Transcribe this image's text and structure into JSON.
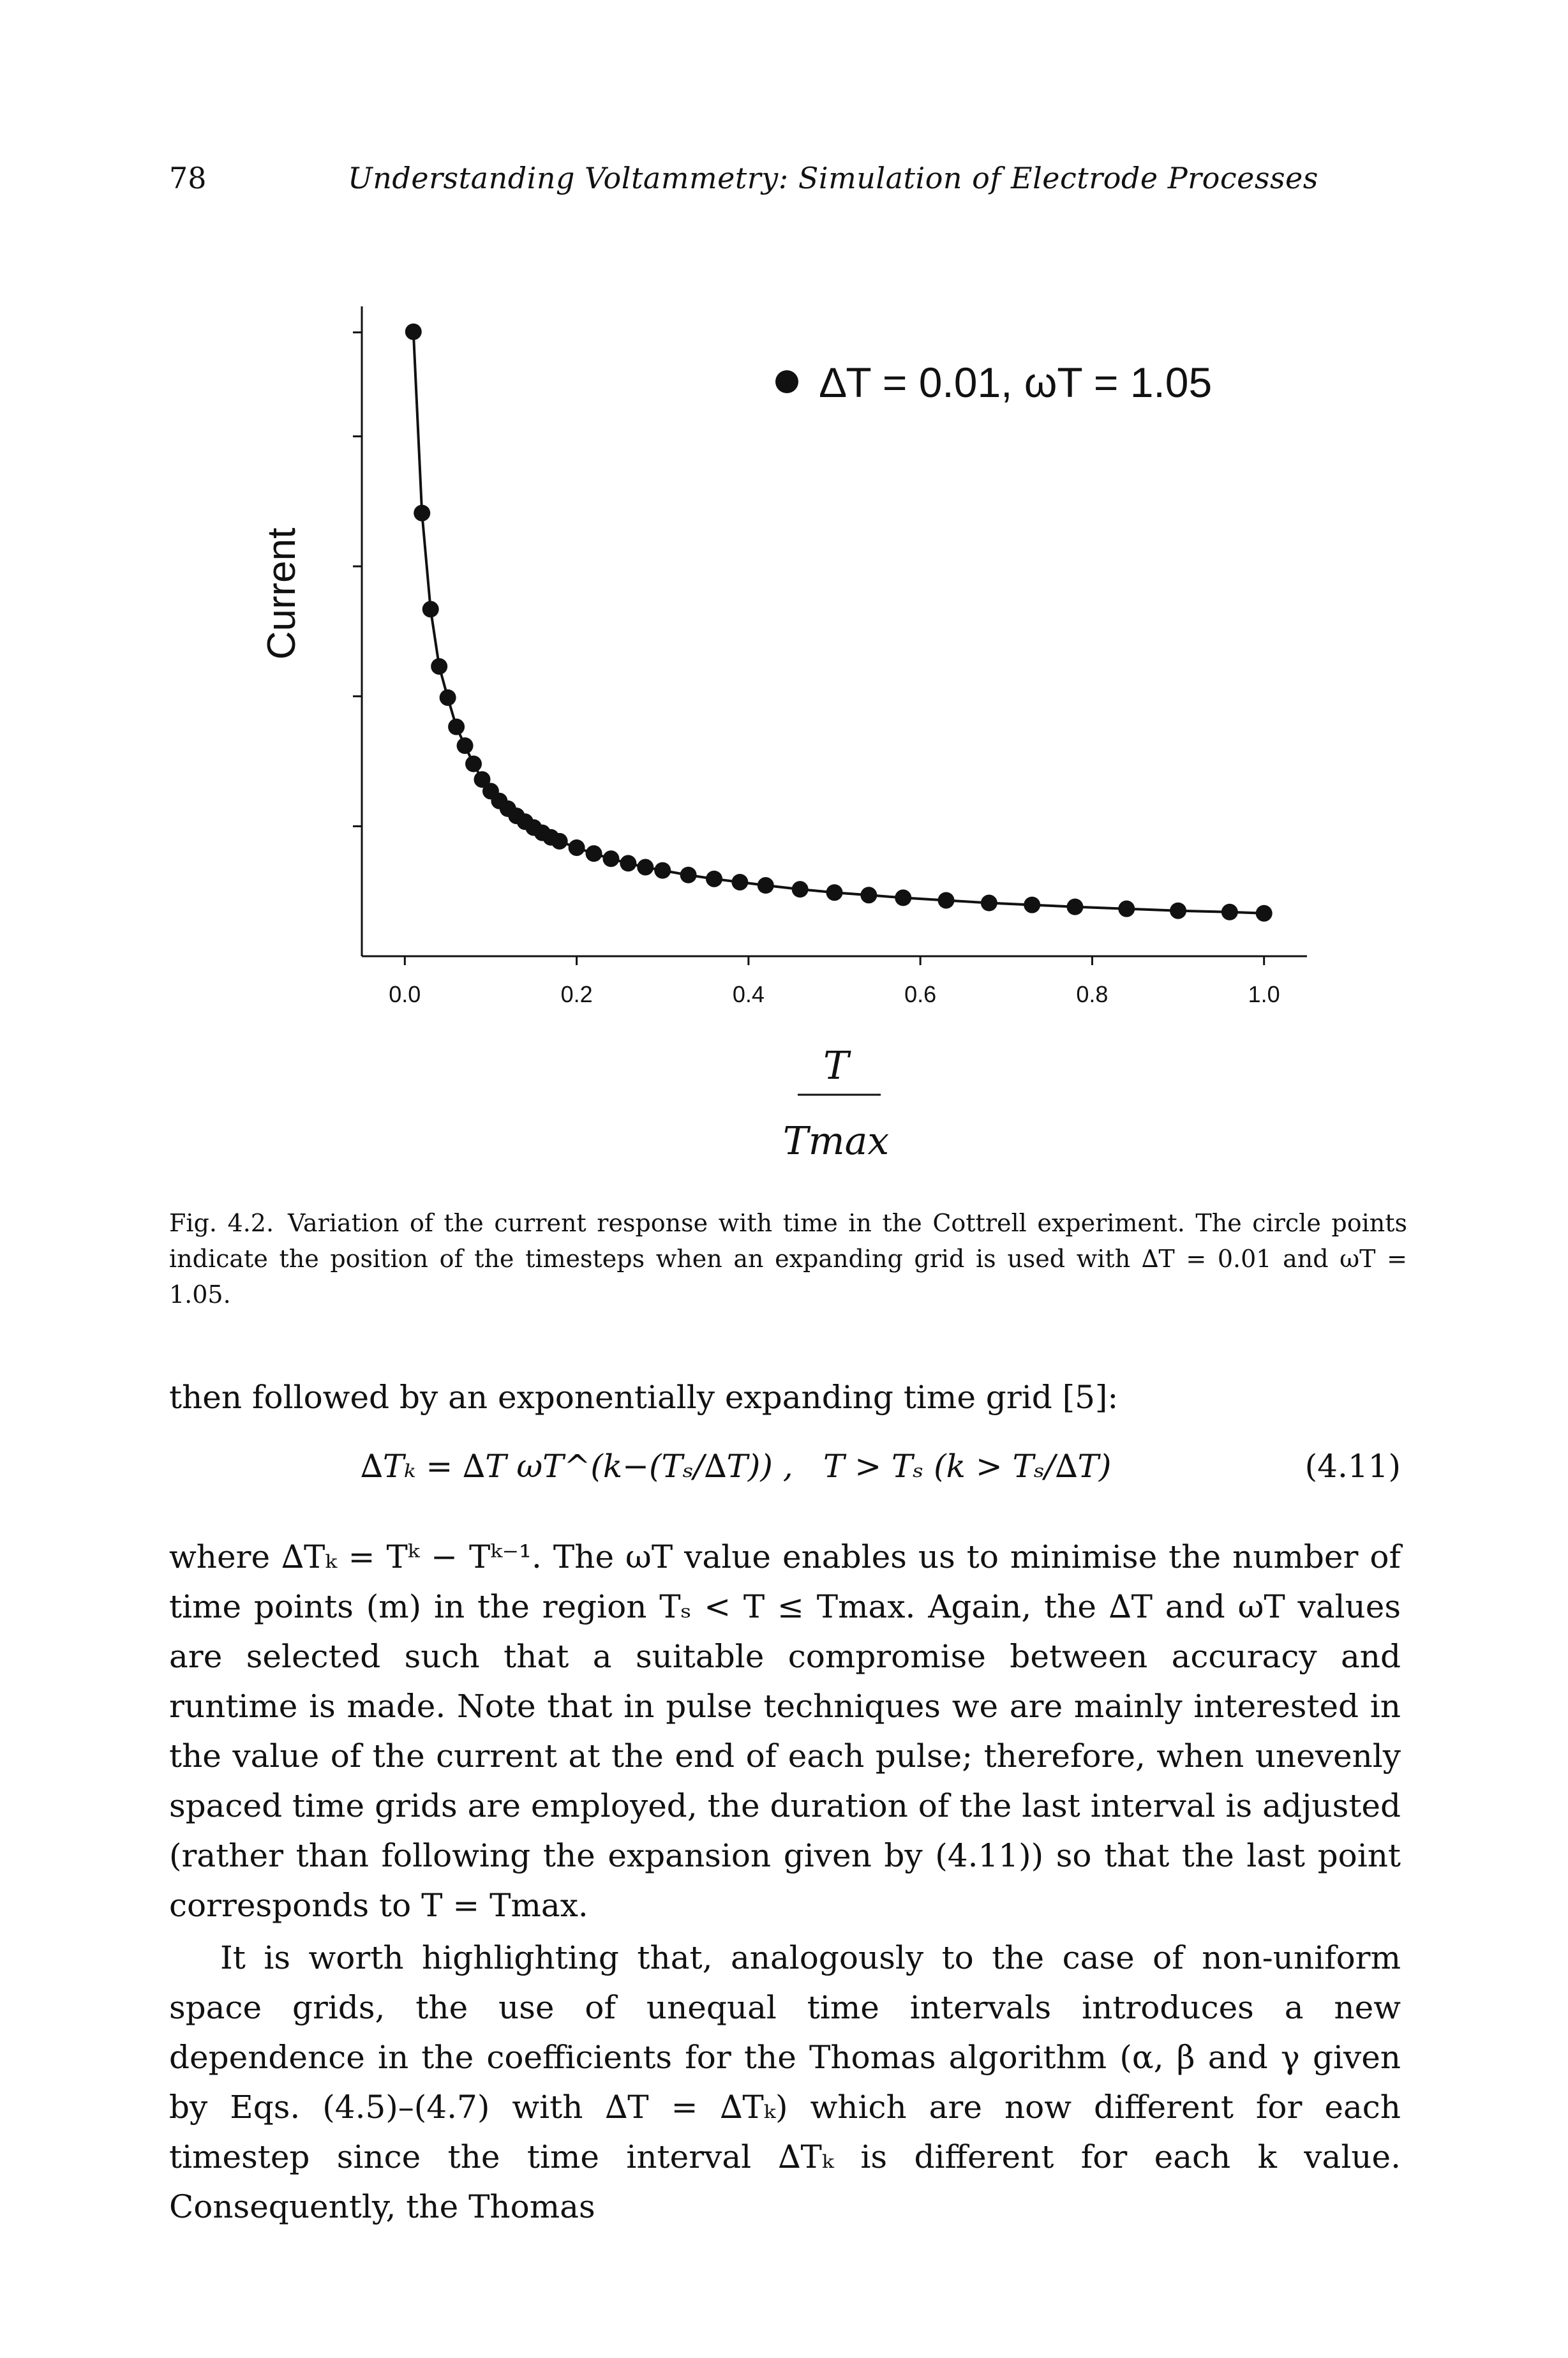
{
  "page_number": "78",
  "running_head": "Understanding Voltammetry: Simulation of Electrode Processes",
  "chart_data": {
    "type": "scatter",
    "title": "",
    "xlabel": "T / Tmax",
    "xlabel_numerator": "T",
    "xlabel_denominator": "Tmax",
    "ylabel": "Current",
    "xlim": [
      -0.05,
      1.05
    ],
    "ylim": [
      0,
      1.0
    ],
    "xticks": [
      "0.0",
      "0.2",
      "0.4",
      "0.6",
      "0.8",
      "1.0"
    ],
    "grid": false,
    "legend": {
      "position": "top-right",
      "marker": "filled-circle",
      "text": "∆T = 0.01,  ωT = 1.05"
    },
    "series": [
      {
        "name": "∆T = 0.01,  ωT = 1.05",
        "x": [
          0.01,
          0.02,
          0.03,
          0.04,
          0.05,
          0.06,
          0.07,
          0.08,
          0.09,
          0.1,
          0.11,
          0.12,
          0.13,
          0.14,
          0.15,
          0.16,
          0.17,
          0.18,
          0.2,
          0.22,
          0.24,
          0.26,
          0.28,
          0.3,
          0.33,
          0.36,
          0.39,
          0.42,
          0.46,
          0.5,
          0.54,
          0.58,
          0.63,
          0.68,
          0.73,
          0.78,
          0.84,
          0.9,
          0.96,
          1.0
        ],
        "y": [
          0.961,
          0.682,
          0.534,
          0.446,
          0.398,
          0.353,
          0.324,
          0.296,
          0.272,
          0.254,
          0.239,
          0.227,
          0.216,
          0.207,
          0.198,
          0.19,
          0.183,
          0.177,
          0.167,
          0.158,
          0.15,
          0.143,
          0.137,
          0.132,
          0.125,
          0.119,
          0.114,
          0.109,
          0.103,
          0.098,
          0.094,
          0.09,
          0.086,
          0.082,
          0.079,
          0.076,
          0.073,
          0.07,
          0.068,
          0.066
        ]
      }
    ]
  },
  "caption": {
    "label": "Fig. 4.2.",
    "text": "Variation of the current response with time in the Cottrell experiment. The circle points indicate the position of the timesteps when an expanding grid is used with ∆T = 0.01 and ωT = 1.05."
  },
  "body": {
    "para1": "then followed by an exponentially expanding time grid [5]:",
    "equation_lhs": "∆Tₖ = ∆T ωT^(k−(Tₛ/∆T)) ,",
    "equation_condition": "T > Tₛ   (k > Tₛ/∆T)",
    "equation_number": "(4.11)",
    "para2": "where ∆Tₖ = Tᵏ − Tᵏ⁻¹. The ωT value enables us to minimise the number of time points (m) in the region Tₛ < T ≤ Tmax. Again, the ∆T and ωT values are selected such that a suitable compromise between accuracy and runtime is made. Note that in pulse techniques we are mainly interested in the value of the current at the end of each pulse; therefore, when unevenly spaced time grids are employed, the duration of the last interval is adjusted (rather than following the expansion given by (4.11)) so that the last point corresponds to T = Tmax.",
    "para3": "It is worth highlighting that, analogously to the case of non-uniform space grids, the use of unequal time intervals introduces a new dependence in the coefficients for the Thomas algorithm (α, β and γ given by Eqs. (4.5)–(4.7) with ∆T = ∆Tₖ) which are now different for each timestep since the time interval ∆Tₖ is different for each k value. Consequently, the Thomas"
  }
}
